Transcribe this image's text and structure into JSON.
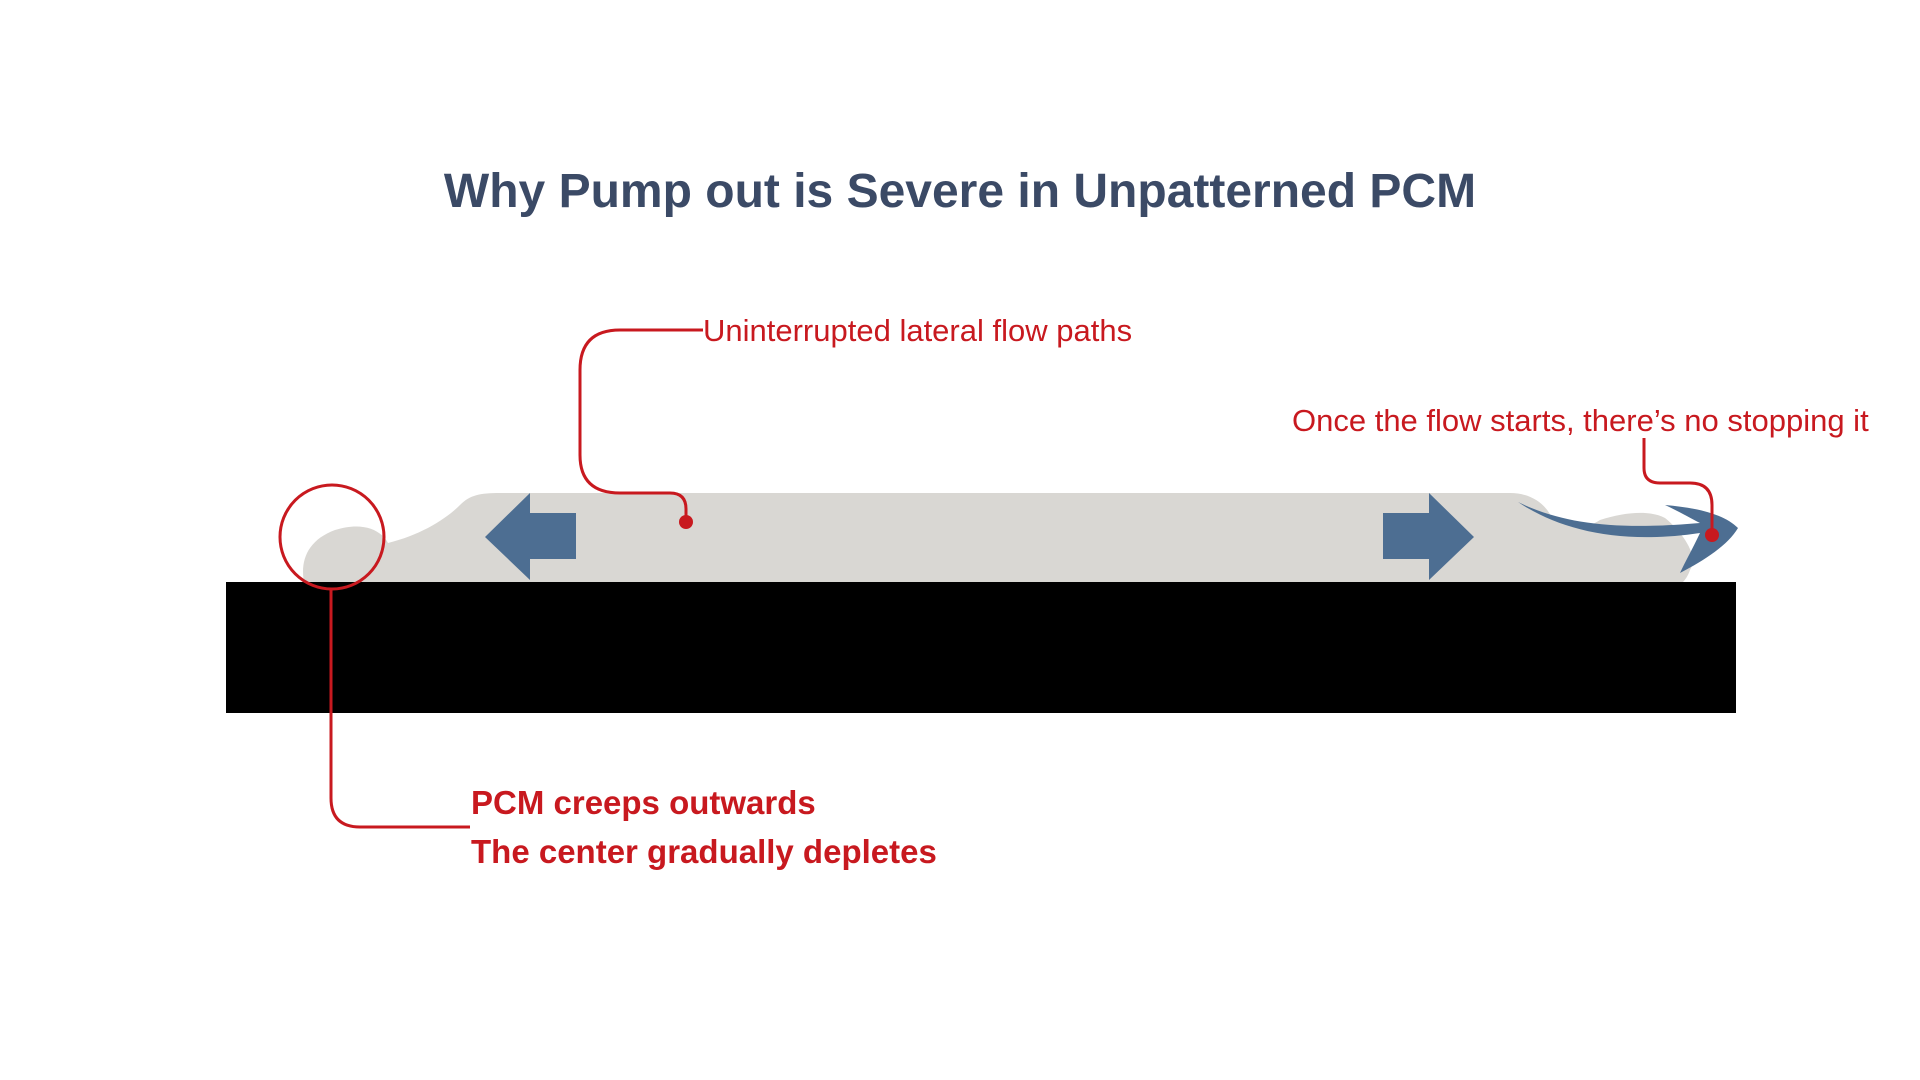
{
  "title": "Why Pump out is Severe in Unpatterned PCM",
  "labels": {
    "flow_paths": "Uninterrupted lateral flow paths",
    "no_stopping": "Once the flow starts, there’s no stopping it",
    "creeps": "PCM creeps outwards",
    "depletes": "The center gradually depletes"
  },
  "colors": {
    "title": "#3b4a66",
    "accent": "#c8191f",
    "pcm": "#d9d7d3",
    "arrow": "#4d6e92",
    "substrate": "#000000"
  }
}
